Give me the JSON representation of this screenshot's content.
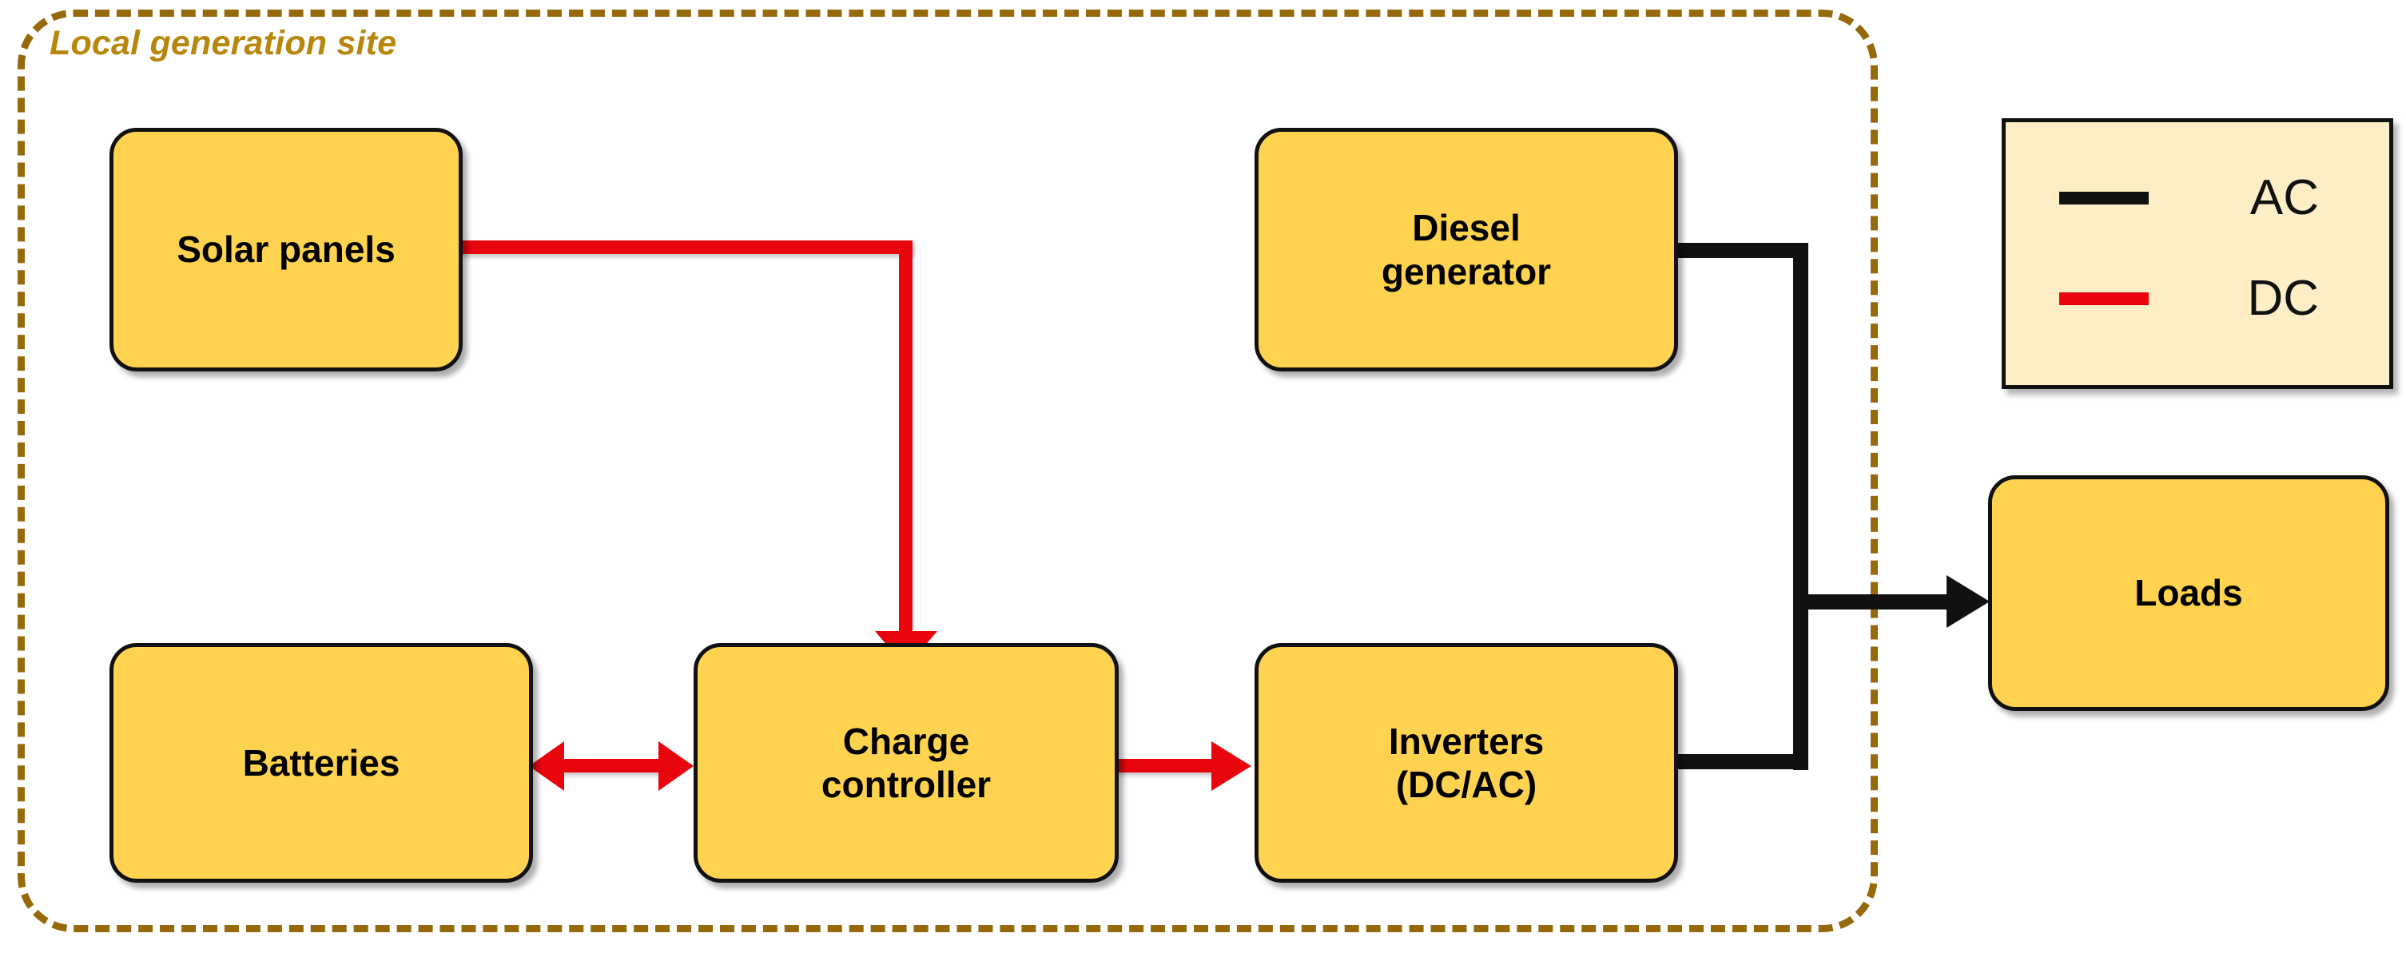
{
  "diagram": {
    "title": "Local generation site",
    "boundary_style": "dashed",
    "boundary_color": "#96690b",
    "title_color": "#b8860b"
  },
  "colors": {
    "node_fill": "#ffd24f",
    "node_border": "#111111",
    "dc_line": "#e8050e",
    "ac_line": "#111111",
    "legend_fill": "#fdeec6",
    "background": "#ffffff"
  },
  "nodes": {
    "solar": "Solar panels",
    "diesel": "Diesel\ngenerator",
    "batteries": "Batteries",
    "charge_controller": "Charge\ncontroller",
    "inverters": "Inverters\n(DC/AC)",
    "loads": "Loads"
  },
  "legend": {
    "items": [
      {
        "label": "AC",
        "color": "#111111",
        "type": "ac"
      },
      {
        "label": "DC",
        "color": "#e8050e",
        "type": "dc"
      }
    ]
  },
  "connections": [
    {
      "from": "solar",
      "to": "charge_controller",
      "type": "DC",
      "direction": "one-way"
    },
    {
      "from": "batteries",
      "to": "charge_controller",
      "type": "DC",
      "direction": "bidirectional"
    },
    {
      "from": "charge_controller",
      "to": "inverters",
      "type": "DC",
      "direction": "one-way"
    },
    {
      "from": "diesel",
      "to": "loads",
      "type": "AC",
      "direction": "one-way"
    },
    {
      "from": "inverters",
      "to": "loads",
      "type": "AC",
      "direction": "one-way"
    }
  ]
}
